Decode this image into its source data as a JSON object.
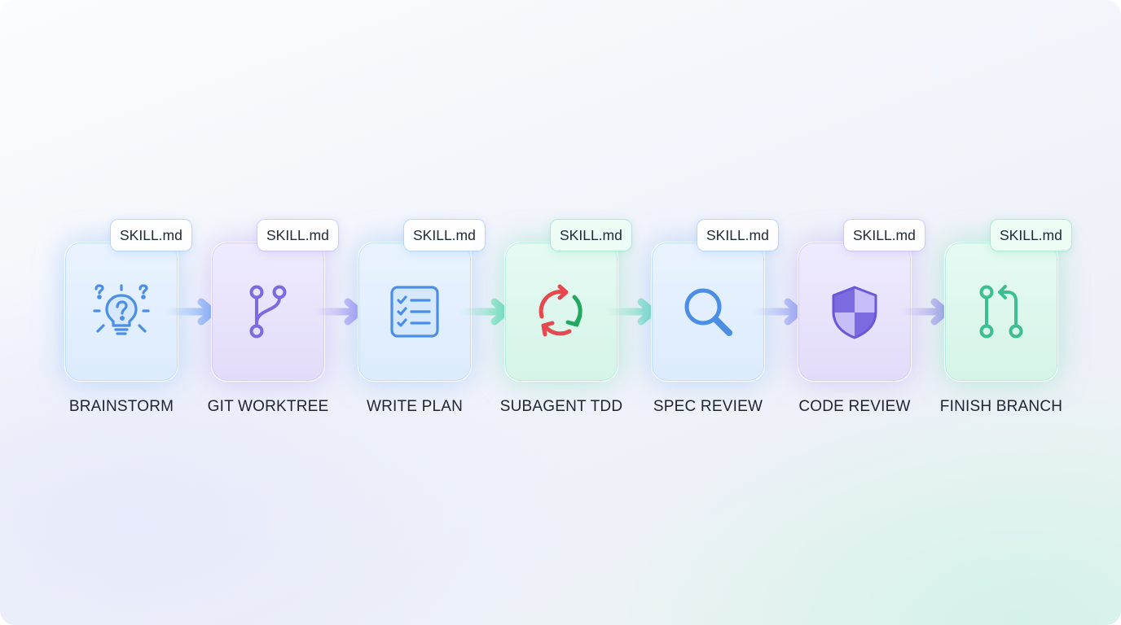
{
  "steps": [
    {
      "label": "BRAINSTORM",
      "badge": "SKILL.md",
      "icon": "lightbulb-question-icon",
      "tone": "blue"
    },
    {
      "label": "GIT WORKTREE",
      "badge": "SKILL.md",
      "icon": "git-branch-icon",
      "tone": "purple"
    },
    {
      "label": "WRITE PLAN",
      "badge": "SKILL.md",
      "icon": "checklist-icon",
      "tone": "blue"
    },
    {
      "label": "SUBAGENT TDD",
      "badge": "SKILL.md",
      "icon": "cycle-arrows-icon",
      "tone": "green"
    },
    {
      "label": "SPEC REVIEW",
      "badge": "SKILL.md",
      "icon": "magnifier-icon",
      "tone": "blue"
    },
    {
      "label": "CODE REVIEW",
      "badge": "SKILL.md",
      "icon": "shield-icon",
      "tone": "purple"
    },
    {
      "label": "FINISH BRANCH",
      "badge": "SKILL.md",
      "icon": "git-pull-request-icon",
      "tone": "green"
    }
  ],
  "colors": {
    "blue_icon": "#4a8ee6",
    "purple_icon": "#7c6ae0",
    "green_icon": "#3cbf8f",
    "red_cycle": "#e5484d",
    "green_cycle": "#22a85f",
    "text": "#1e2430"
  }
}
